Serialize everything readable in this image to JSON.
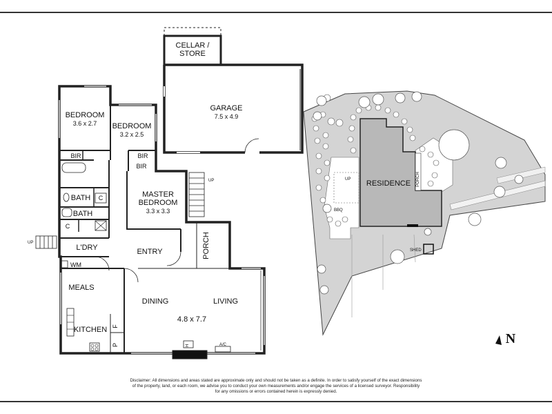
{
  "rooms": {
    "cellar": [
      "CELLAR /",
      "STORE"
    ],
    "garage": {
      "name": "GARAGE",
      "dim": "7.5 x 4.9"
    },
    "bedroom1": {
      "name": "BEDROOM",
      "dim": "3.6 x 2.7"
    },
    "bedroom2": {
      "name": "BEDROOM",
      "dim": "3.2 x 2.5"
    },
    "bir": "BIR",
    "bath": "BATH",
    "c": "C",
    "master": {
      "name": [
        "MASTER",
        "BEDROOM"
      ],
      "dim": "3.3 x 3.3"
    },
    "ldry": "L'DRY",
    "wm": "WM",
    "entry": "ENTRY",
    "porch": "PORCH",
    "meals": "MEALS",
    "kitchen": "KITCHEN",
    "p": "P",
    "f": "F",
    "dining": "DINING",
    "living": "LIVING",
    "living_dim": "4.8 x 7.7",
    "h": "H",
    "ac": "A/C",
    "up": "UP"
  },
  "site": {
    "residence": "RESIDENCE",
    "porch": "PORCH",
    "bbq": "BBQ",
    "shed": "SHED",
    "up": "UP"
  },
  "north": "N",
  "disclaimer": [
    "Disclaimer: All dimensions and areas stated are approximate only and should not be taken as a definite. In order to satisfy yourself of the exact dimensions",
    "of the property, land, or each room, we advise you to conduct your own measurements and/or engage the services of a licensed surveyor. Responsibility",
    "for any omissions or errors contained herein is expressly denied."
  ]
}
